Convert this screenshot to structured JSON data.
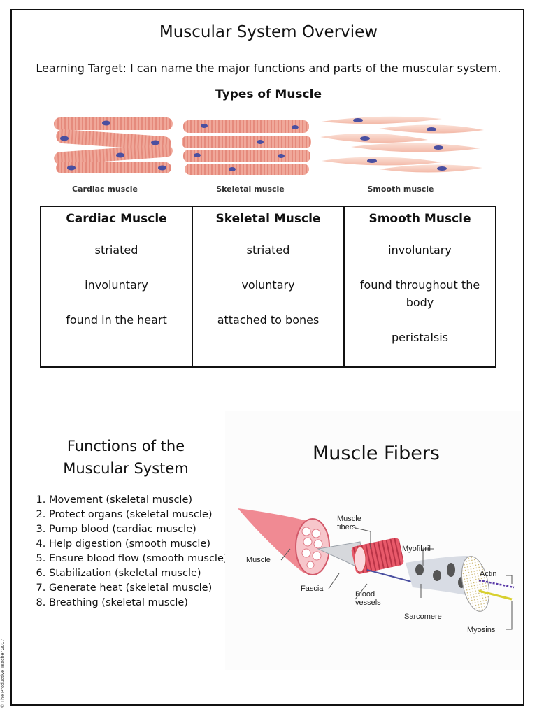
{
  "page": {
    "title": "Muscular System Overview",
    "learning_target": "Learning Target: I can name the major functions and parts of the muscular system.",
    "copyright": "© The Productive Teacher 2017"
  },
  "types": {
    "heading": "Types of Muscle",
    "captions": [
      "Cardiac muscle",
      "Skeletal muscle",
      "Smooth muscle"
    ],
    "columns": [
      {
        "heading": "Cardiac Muscle",
        "items": [
          "striated",
          "involuntary",
          "found in the heart"
        ]
      },
      {
        "heading": "Skeletal Muscle",
        "items": [
          "striated",
          "voluntary",
          "attached to bones"
        ]
      },
      {
        "heading": "Smooth Muscle",
        "items": [
          "involuntary",
          "found throughout the body",
          "peristalsis"
        ]
      }
    ]
  },
  "functions": {
    "heading": "Functions of the Muscular System",
    "items": [
      "Movement (skeletal muscle)",
      "Protect organs (skeletal muscle)",
      "Pump blood (cardiac muscle)",
      "Help digestion (smooth muscle)",
      "Ensure blood flow (smooth muscle)",
      "Stabilization (skeletal muscle)",
      "Generate heat (skeletal muscle)",
      "Breathing (skeletal muscle)"
    ]
  },
  "fibers": {
    "heading": "Muscle Fibers",
    "labels": {
      "muscle": "Muscle",
      "fascia": "Fascia",
      "muscle_fibers_1": "Muscle",
      "muscle_fibers_2": "fibers",
      "blood_vessels_1": "Blood",
      "blood_vessels_2": "vessels",
      "myofibril": "Myofibril",
      "sarcomere": "Sarcomere",
      "actin": "Actin",
      "myosins": "Myosins"
    }
  }
}
